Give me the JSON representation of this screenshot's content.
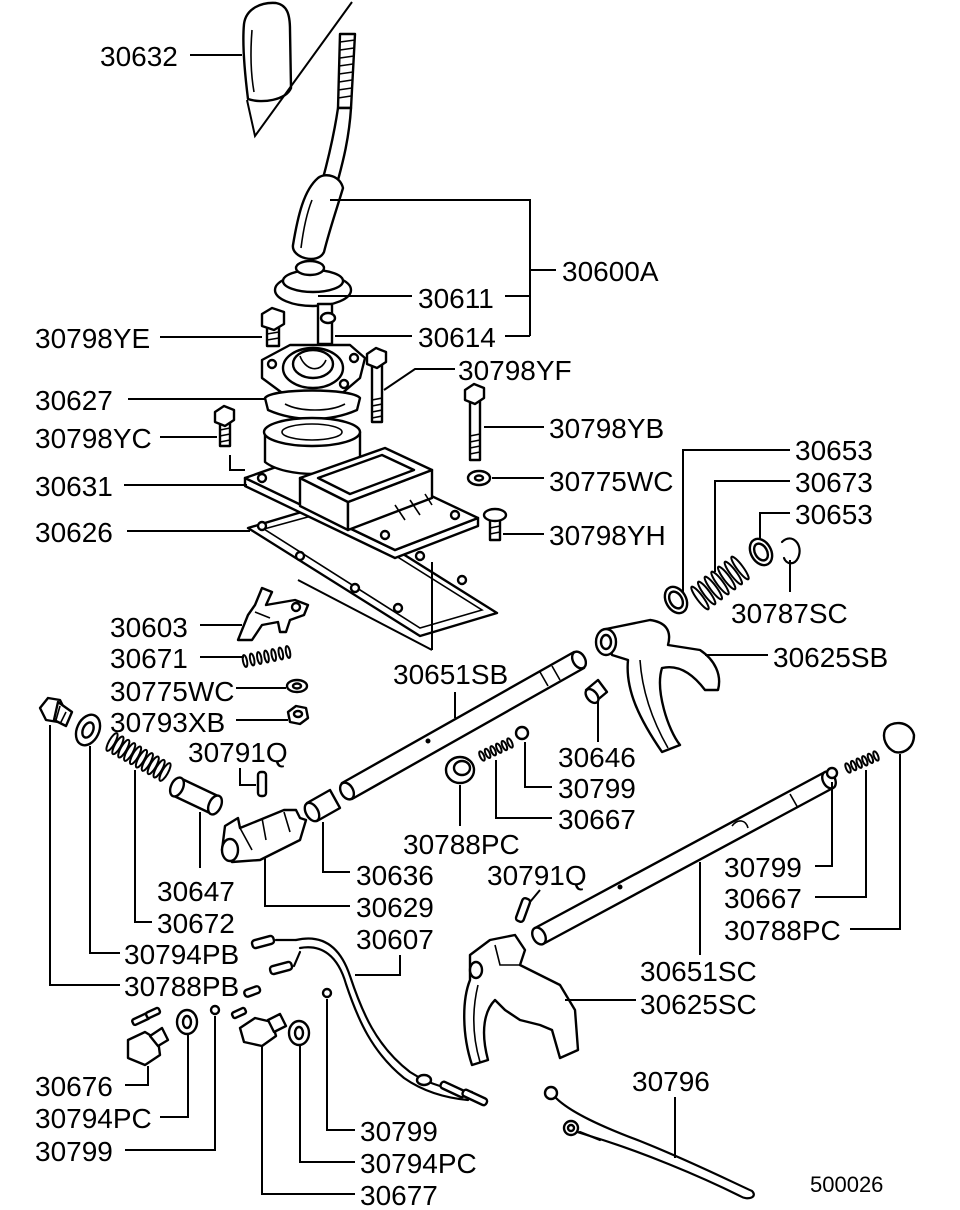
{
  "diagram": {
    "drawing_number": "500026",
    "callouts": [
      "30632",
      "30600A",
      "30611",
      "30614",
      "30798YE",
      "30798YF",
      "30627",
      "30798YB",
      "30798YC",
      "30653",
      "30631",
      "30775WC",
      "30673",
      "30653",
      "30626",
      "30798YH",
      "30787SC",
      "30603",
      "30625SB",
      "30671",
      "30651SB",
      "30775WC",
      "30793XB",
      "30791Q",
      "30646",
      "30799",
      "30667",
      "30788PC",
      "30636",
      "30799",
      "30791Q",
      "30647",
      "30667",
      "30629",
      "30672",
      "30788PC",
      "30607",
      "30794PB",
      "30651SC",
      "30788PB",
      "30625SC",
      "30796",
      "30676",
      "30794PC",
      "30799",
      "30799",
      "30794PC",
      "30677"
    ]
  }
}
